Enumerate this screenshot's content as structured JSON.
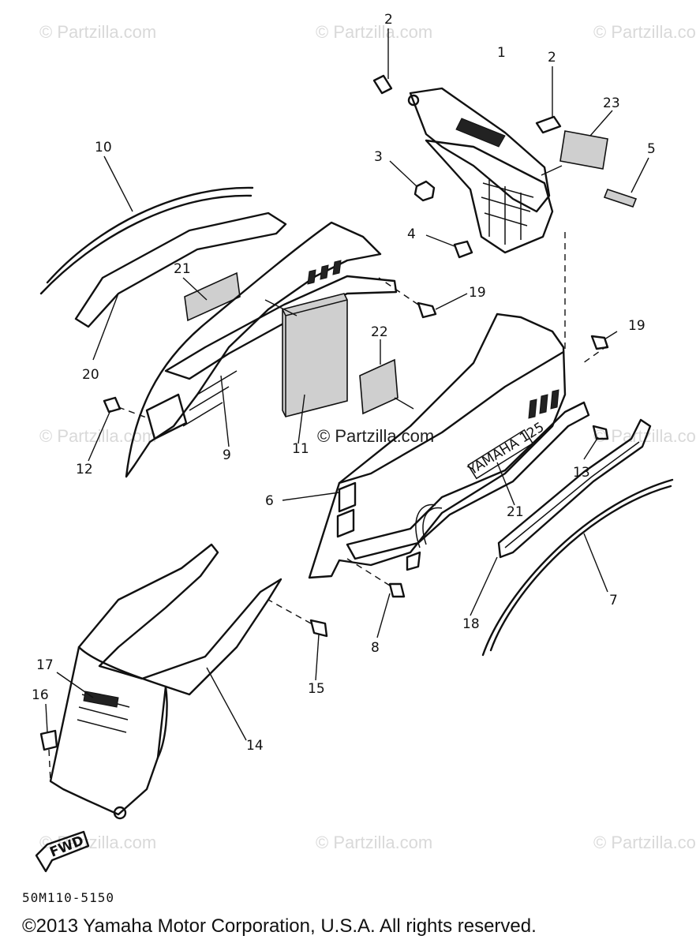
{
  "watermarks": {
    "partzilla": "© Partzilla.com"
  },
  "callouts": {
    "c1": "1",
    "c2a": "2",
    "c2b": "2",
    "c3": "3",
    "c4": "4",
    "c5": "5",
    "c6": "6",
    "c7": "7",
    "c8": "8",
    "c9": "9",
    "c10": "10",
    "c11": "11",
    "c12": "12",
    "c13": "13",
    "c14": "14",
    "c15": "15",
    "c16": "16",
    "c17": "17",
    "c18": "18",
    "c19a": "19",
    "c19b": "19",
    "c20": "20",
    "c21a": "21",
    "c21b": "21",
    "c22": "22",
    "c23": "23"
  },
  "labels": {
    "cover_brand": "YAMAHA 125",
    "fwd": "FWD"
  },
  "footer": {
    "drawing_code": "50M110-5150",
    "copyright": "©2013 Yamaha Motor Corporation, U.S.A. All rights reserved."
  }
}
